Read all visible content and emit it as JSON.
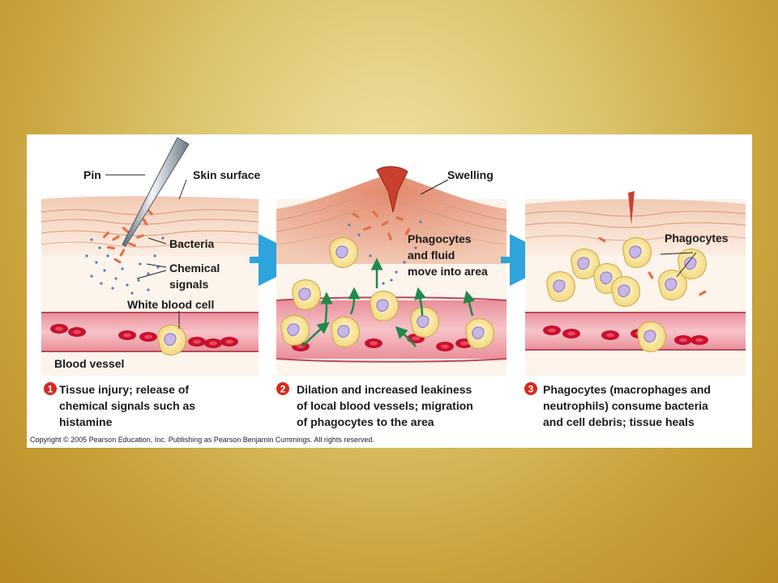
{
  "labels": {
    "pin": "Pin",
    "skin_surface": "Skin surface",
    "swelling": "Swelling",
    "bacteria": "Bacteria",
    "chemical_1": "Chemical",
    "chemical_2": "signals",
    "white_blood_cell": "White blood cell",
    "blood_vessel": "Blood vessel",
    "phago_move_1": "Phagocytes",
    "phago_move_2": "and fluid",
    "phago_move_3": "move into area",
    "phagocytes": "Phagocytes"
  },
  "steps": [
    {
      "num": "1",
      "lines": [
        "Tissue injury; release of",
        "chemical signals such as",
        "histamine"
      ]
    },
    {
      "num": "2",
      "lines": [
        "Dilation and increased leakiness",
        "of local blood vessels; migration",
        "of phagocytes  to the area"
      ]
    },
    {
      "num": "3",
      "lines": [
        "Phagocytes (macrophages and",
        "neutrophils) consume bacteria",
        "and cell debris; tissue heals"
      ]
    }
  ],
  "copyright": "Copyright ©  2005 Pearson Education, Inc. Publishing as Pearson Benjamin Cummings. All rights reserved.",
  "colors": {
    "step_badge": "#d42a1e",
    "arrow": "#2ea3dc",
    "migration_arrow": "#1f8a4c",
    "rbc": "#c8102e"
  }
}
